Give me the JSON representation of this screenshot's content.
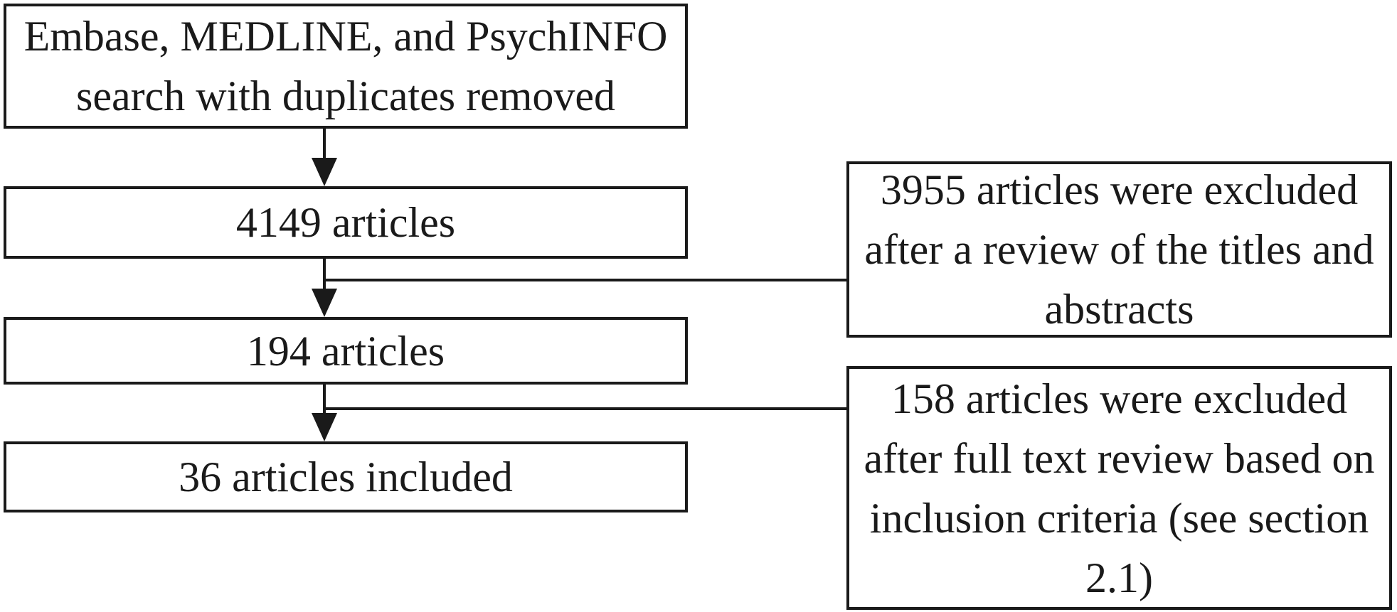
{
  "diagram": {
    "title_hint": "Literature search flow diagram",
    "background_color": "#ffffff",
    "stroke_color": "#1a1a1a",
    "boxes": {
      "search": {
        "lines": [
          "Embase, MEDLINE, and PsychINFO",
          "search with duplicates removed"
        ]
      },
      "articles_4149": {
        "label": "4149 articles"
      },
      "articles_194": {
        "label": "194 articles"
      },
      "articles_36": {
        "label": "36 articles included"
      },
      "excluded_titles_abstracts": {
        "lines": [
          "3955 articles were excluded",
          "after a review of the titles and",
          "abstracts"
        ]
      },
      "excluded_full_text": {
        "lines": [
          "158 articles were excluded",
          "after full text review based on",
          "inclusion criteria (see section",
          "2.1)"
        ]
      }
    },
    "counts": {
      "initial": 4149,
      "after_title_abstract_screen": 194,
      "included": 36,
      "excluded_title_abstract": 3955,
      "excluded_full_text": 158
    }
  }
}
